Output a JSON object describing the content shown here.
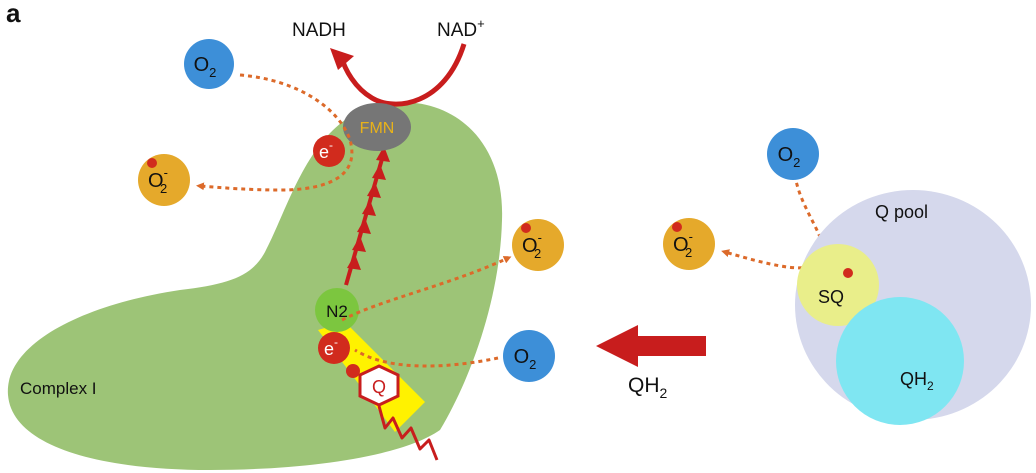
{
  "panel_label": "a",
  "labels": {
    "nadh": "NADH",
    "nad_base": "NAD",
    "nad_sup": "+",
    "fmn": "FMN",
    "n2": "N2",
    "q": "Q",
    "complex_i": "Complex I",
    "q_pool": "Q pool",
    "sq": "SQ",
    "qh2_base": "QH",
    "qh2_sub": "2",
    "electron_base": "e",
    "electron_sup": "-",
    "o2_base": "O",
    "o2_sub": "2",
    "superoxide_base": "O",
    "superoxide_sup": "-",
    "superoxide_sub": "2"
  },
  "colors": {
    "complex_green": "#9dc477",
    "q_pool_lavender": "#d5d8ec",
    "qh2_cyan": "#7fe6f2",
    "sq_yellow": "#e9ee8a",
    "o2_blue": "#3d8fd8",
    "superoxide_gold": "#e5a92b",
    "electron_red": "#d12b1d",
    "arrow_red": "#c81d1d",
    "dotted_orange": "#dc6a2a",
    "fmn_grey": "#767676",
    "fmn_text": "#e8b21a",
    "n2_green": "#7cc63f",
    "highlight_yellow": "#fff200"
  }
}
